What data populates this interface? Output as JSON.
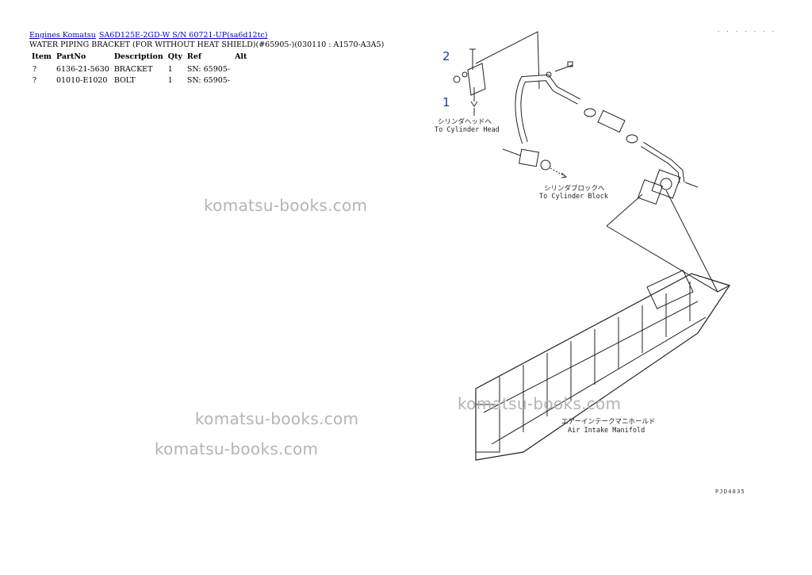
{
  "breadcrumb": {
    "link1": "Engines Komatsu",
    "link2": "SA6D125E-2GD-W S/N 60721-UP(sa6d12tc)"
  },
  "page_title": "WATER PIPING BRACKET (FOR WITHOUT HEAT SHIELD)(#65905-)(030110 : A1570-A3A5)",
  "table": {
    "headers": {
      "item": "Item",
      "partno": "PartNo",
      "description": "Description",
      "qty": "Qty",
      "ref": "Ref",
      "alt": "Alt"
    },
    "rows": [
      {
        "item": "?",
        "partno": "6136-21-5630",
        "description": "BRACKET",
        "qty": "1",
        "ref": "SN: 65905-",
        "alt": ""
      },
      {
        "item": "?",
        "partno": "01010-E1020",
        "description": "BOLT",
        "qty": "1",
        "ref": "SN: 65905-",
        "alt": ""
      }
    ]
  },
  "watermark": "komatsu-books.com",
  "diagram": {
    "ref1": "1",
    "ref2": "2",
    "label_head_jp": "シリンダヘッドへ",
    "label_head_en": "To Cylinder Head",
    "label_block_jp": "シリンダブロックへ",
    "label_block_en": "To Cylinder Block",
    "label_manifold_jp": "エアーインテークマニホールド",
    "label_manifold_en": "Air Intake Manifold",
    "figure_code": "PJD4835",
    "top_dots": ". . . . . . ."
  }
}
